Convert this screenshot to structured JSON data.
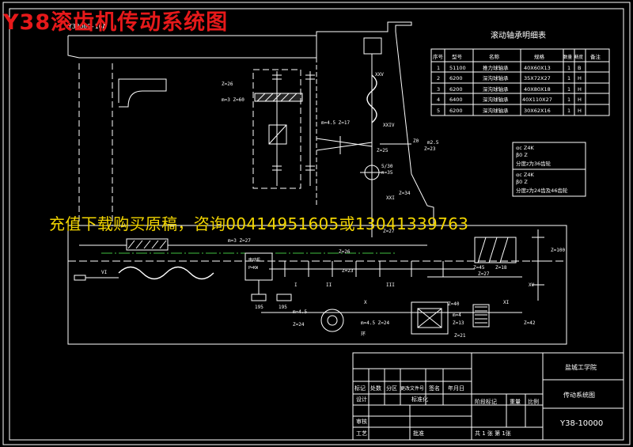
{
  "overlay": {
    "title": "Y38滚齿机传动系统图",
    "banner": "充值下载购买原稿，咨询00414951605或13041339763"
  },
  "colors": {
    "background": "#000000",
    "lines": "#ffffff",
    "title_red": "#e6191a",
    "banner_yellow": "#f2d500",
    "green_frame": "#3fbf3f",
    "table_yellow": "#ffff80",
    "note_cyan": "#9ad7ff"
  },
  "bearing_table": {
    "title": "滚动轴承明细表",
    "headers": [
      "序号",
      "型号",
      "名称",
      "规格",
      "数量",
      "精度",
      "备注"
    ],
    "rows": [
      [
        "1",
        "51100",
        "推力球轴承",
        "40X60X13",
        "1",
        "B",
        ""
      ],
      [
        "2",
        "6200",
        "深沟球轴承",
        "35X72X27",
        "1",
        "H",
        ""
      ],
      [
        "3",
        "6200",
        "深沟球轴承",
        "40X80X18",
        "1",
        "H",
        ""
      ],
      [
        "4",
        "6400",
        "深沟球轴承",
        "40X110X27",
        "1",
        "H",
        ""
      ],
      [
        "5",
        "6200",
        "深沟球轴承",
        "30X62X16",
        "1",
        "H",
        ""
      ]
    ]
  },
  "notes": [
    {
      "line1": "αc Z4K",
      "line2": "β0 Z",
      "line3": "分度z为36齿轮"
    },
    {
      "line1": "αc Z4K",
      "line2": "β0 Z",
      "line3": "分度z为24齿及46齿轮"
    }
  ],
  "title_block": {
    "school": "盐城工学院",
    "drawing_name": "传动系统图",
    "drawing_no": "Y38-10000",
    "row_labels": [
      "标记",
      "处数",
      "分区",
      "更改文件号",
      "签名",
      "年月日"
    ],
    "design_label": "设计",
    "std_label": "标准化",
    "review_label": "审核",
    "process_label": "工艺",
    "approve_label": "批准",
    "stage_label": "阶段标记",
    "weight_label": "重量",
    "scale_label": "比例",
    "sheet_label": "共 1 张  第 1张"
  },
  "labels": {
    "z26": "Z=26",
    "m3_z60": "m=3  Z=60",
    "m45_z17": "m=4.5 Z=17",
    "z23": "Z=23",
    "z25_30": "Z=25",
    "m25": "m2.5",
    "z0": "Z0",
    "spec_530": "5/30",
    "n35": "n=35",
    "z34": "Z=34",
    "z27": "Z=27",
    "m3_z27": "m=3 Z=27",
    "z26b": "Z=26",
    "z18": "Z=18",
    "z23b": "Z=23",
    "z27b": "Z=27",
    "z45": "Z=45",
    "z100": "Z=100",
    "z40": "Z=40",
    "z13": "Z=13",
    "z42": "Z=42",
    "m4": "m=4",
    "z24": "Z=24",
    "z21": "Z=21",
    "m45_z24": "m=4.5 Z=24",
    "m45": "m=4.5",
    "n195_a": "195",
    "n195_b": "195",
    "motor": "电动机",
    "spec_1": "P=KW",
    "ring": "环",
    "xxv": "XXV",
    "xxiv": "XXIV",
    "xxi": "XXI",
    "roman_x": "X",
    "roman_xi": "XI",
    "roman_iii": "III",
    "roman_ii": "II",
    "roman_i": "I",
    "roman_xv": "XV",
    "roman_vi": "VI",
    "code_top": "Y38000-16A"
  }
}
